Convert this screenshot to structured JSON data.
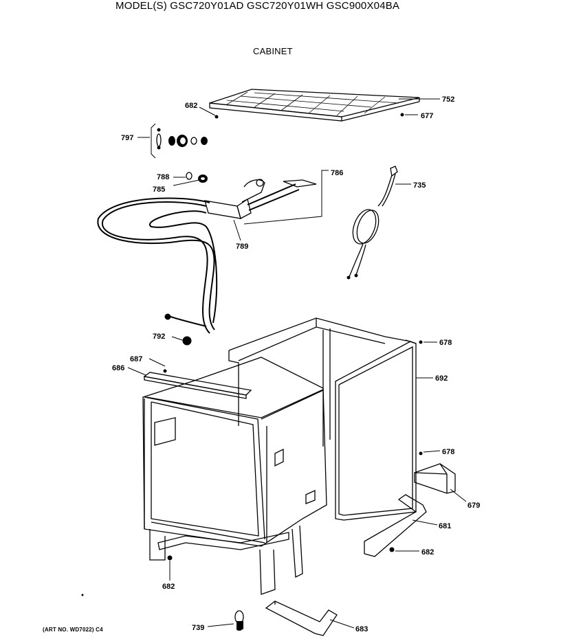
{
  "header": {
    "title": "MODEL(S) GSC720Y01AD  GSC720Y01WH  GSC900X04BA",
    "section": "CABINET"
  },
  "footer": {
    "art_no": "(ART NO. WD7022) C4"
  },
  "callouts": [
    {
      "id": "752",
      "label": "752"
    },
    {
      "id": "682",
      "label": "682"
    },
    {
      "id": "677",
      "label": "677"
    },
    {
      "id": "797",
      "label": "797"
    },
    {
      "id": "788",
      "label": "788"
    },
    {
      "id": "785",
      "label": "785"
    },
    {
      "id": "786",
      "label": "786"
    },
    {
      "id": "735",
      "label": "735"
    },
    {
      "id": "789",
      "label": "789"
    },
    {
      "id": "792",
      "label": "792"
    },
    {
      "id": "687",
      "label": "687"
    },
    {
      "id": "686",
      "label": "686"
    },
    {
      "id": "678a",
      "label": "678"
    },
    {
      "id": "692",
      "label": "692"
    },
    {
      "id": "678b",
      "label": "678"
    },
    {
      "id": "679",
      "label": "679"
    },
    {
      "id": "681",
      "label": "681"
    },
    {
      "id": "682b",
      "label": "682"
    },
    {
      "id": "682c",
      "label": "682"
    },
    {
      "id": "739",
      "label": "739"
    },
    {
      "id": "683",
      "label": "683"
    }
  ]
}
